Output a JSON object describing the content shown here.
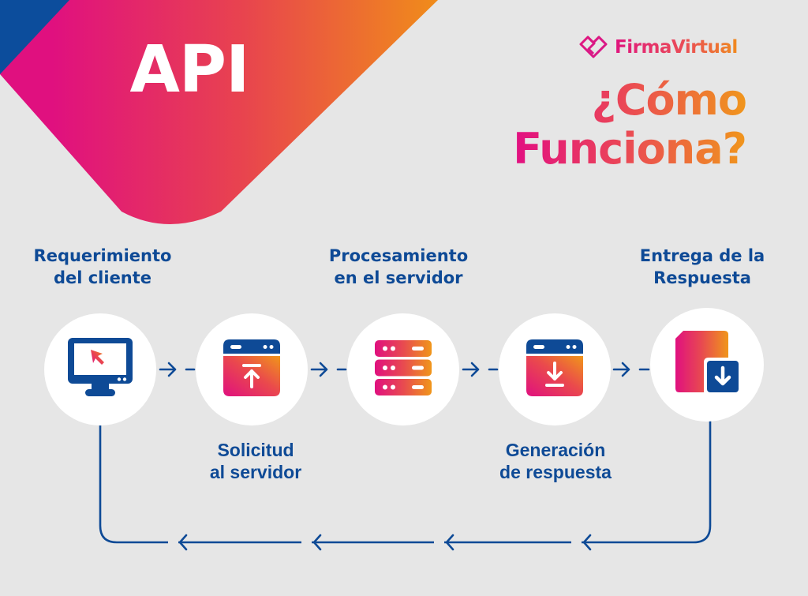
{
  "banner": {
    "title": "API",
    "colors": {
      "gradient_start": "#e0117f",
      "gradient_end": "#f0851d",
      "corner": "#0c4d9c"
    }
  },
  "brand": {
    "name": "FirmaVirtual",
    "logo_icon": "heart-diamond-logo-icon"
  },
  "headline": {
    "line1": "¿Cómo",
    "line2": "Funciona?"
  },
  "colors": {
    "background": "#e6e6e6",
    "primary_blue": "#0e4a96",
    "accent_pink": "#e20f82",
    "accent_orange": "#f0961c"
  },
  "steps": [
    {
      "label_line1": "Requerimiento",
      "label_line2": "del cliente",
      "icon": "monitor-cursor-icon"
    },
    {
      "label_line1": "Solicitud",
      "label_line2": "al servidor",
      "icon": "browser-upload-icon"
    },
    {
      "label_line1": "Procesamiento",
      "label_line2": "en el servidor",
      "icon": "server-stack-icon"
    },
    {
      "label_line1": "Generación",
      "label_line2": "de respuesta",
      "icon": "browser-download-icon"
    },
    {
      "label_line1": "Entrega de la",
      "label_line2": "Respuesta",
      "icon": "document-download-icon"
    }
  ]
}
